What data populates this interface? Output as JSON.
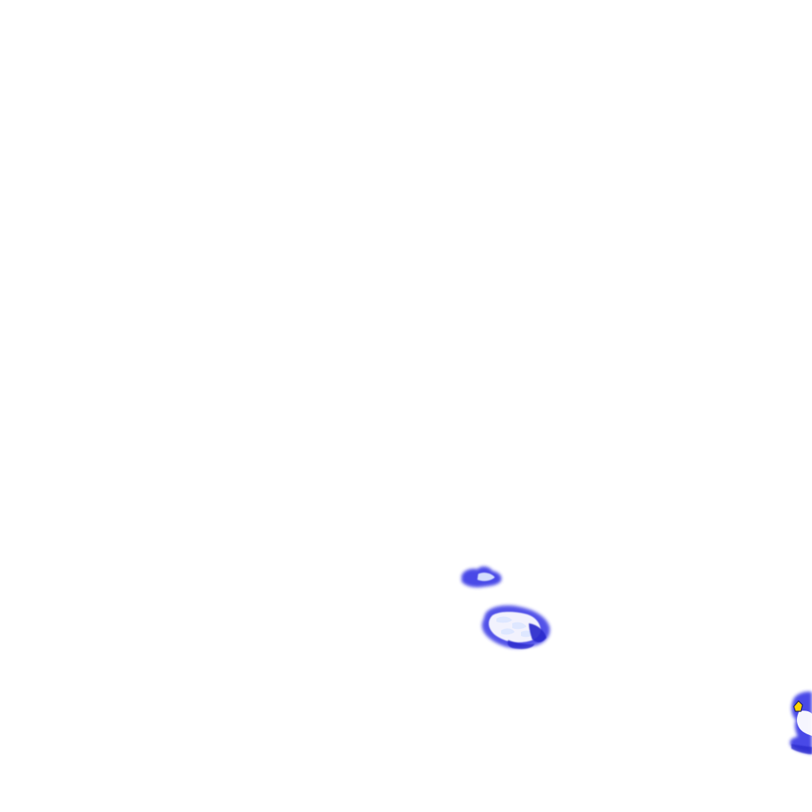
{
  "overlay": {
    "background_color": "#ffffff",
    "palette": {
      "light": "#dbe6ff",
      "mid": "#7f8cff",
      "strong": "#3f3fe6",
      "deep": "#2a2acc",
      "highlight": "#ffd400",
      "outline": "#1f1f66"
    },
    "echoes": [
      {
        "name": "small-echo",
        "intensity": "moderate"
      },
      {
        "name": "central-echo",
        "intensity": "moderate"
      },
      {
        "name": "edge-echo",
        "intensity": "heavy-core"
      }
    ]
  }
}
